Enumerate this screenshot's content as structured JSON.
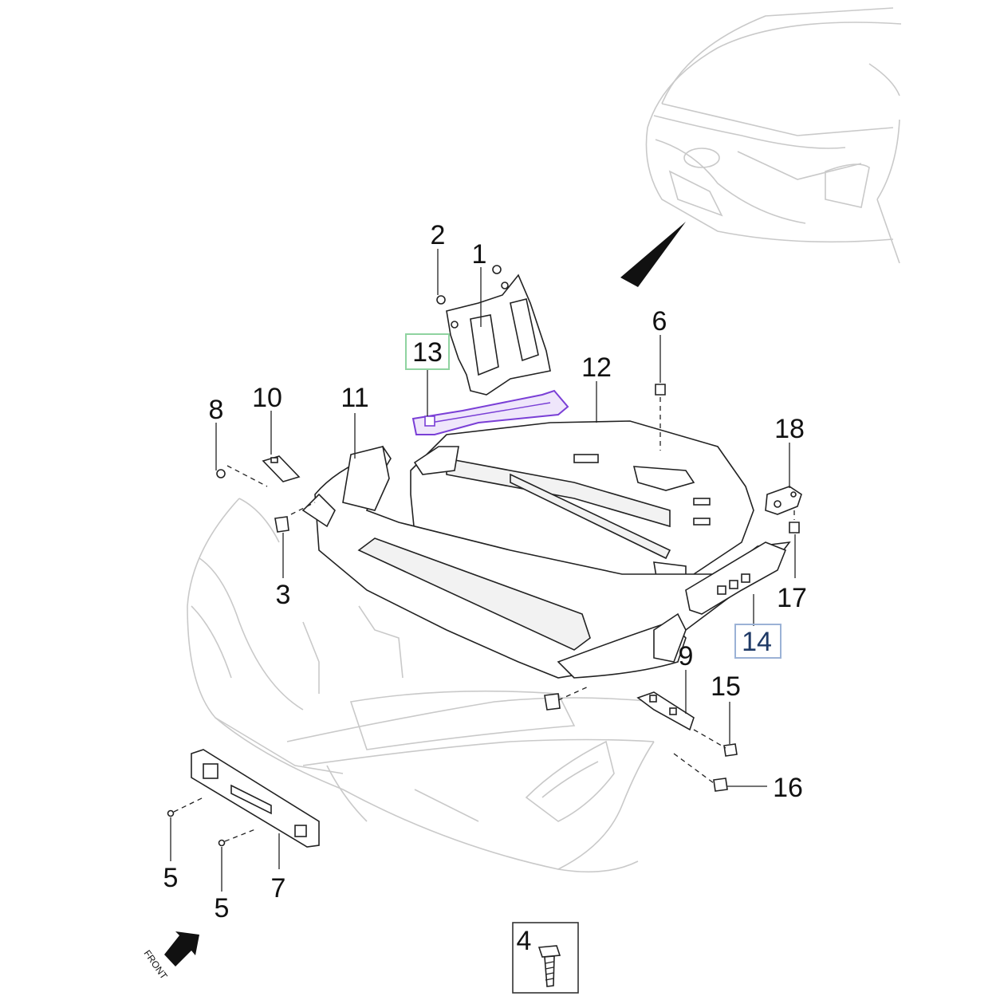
{
  "callouts": {
    "c1": "1",
    "c2": "2",
    "c3": "3",
    "c4": "4",
    "c5a": "5",
    "c5b": "5",
    "c6": "6",
    "c7": "7",
    "c8": "8",
    "c9": "9",
    "c10": "10",
    "c11": "11",
    "c12": "12",
    "c13": "13",
    "c14": "14",
    "c15": "15",
    "c16": "16",
    "c17": "17",
    "c18": "18"
  },
  "front_label": "FRONT",
  "highlight_colors": {
    "part13": "#7a3fd6",
    "box13": "#8fd3a0",
    "box14": "#9bb2d6"
  }
}
